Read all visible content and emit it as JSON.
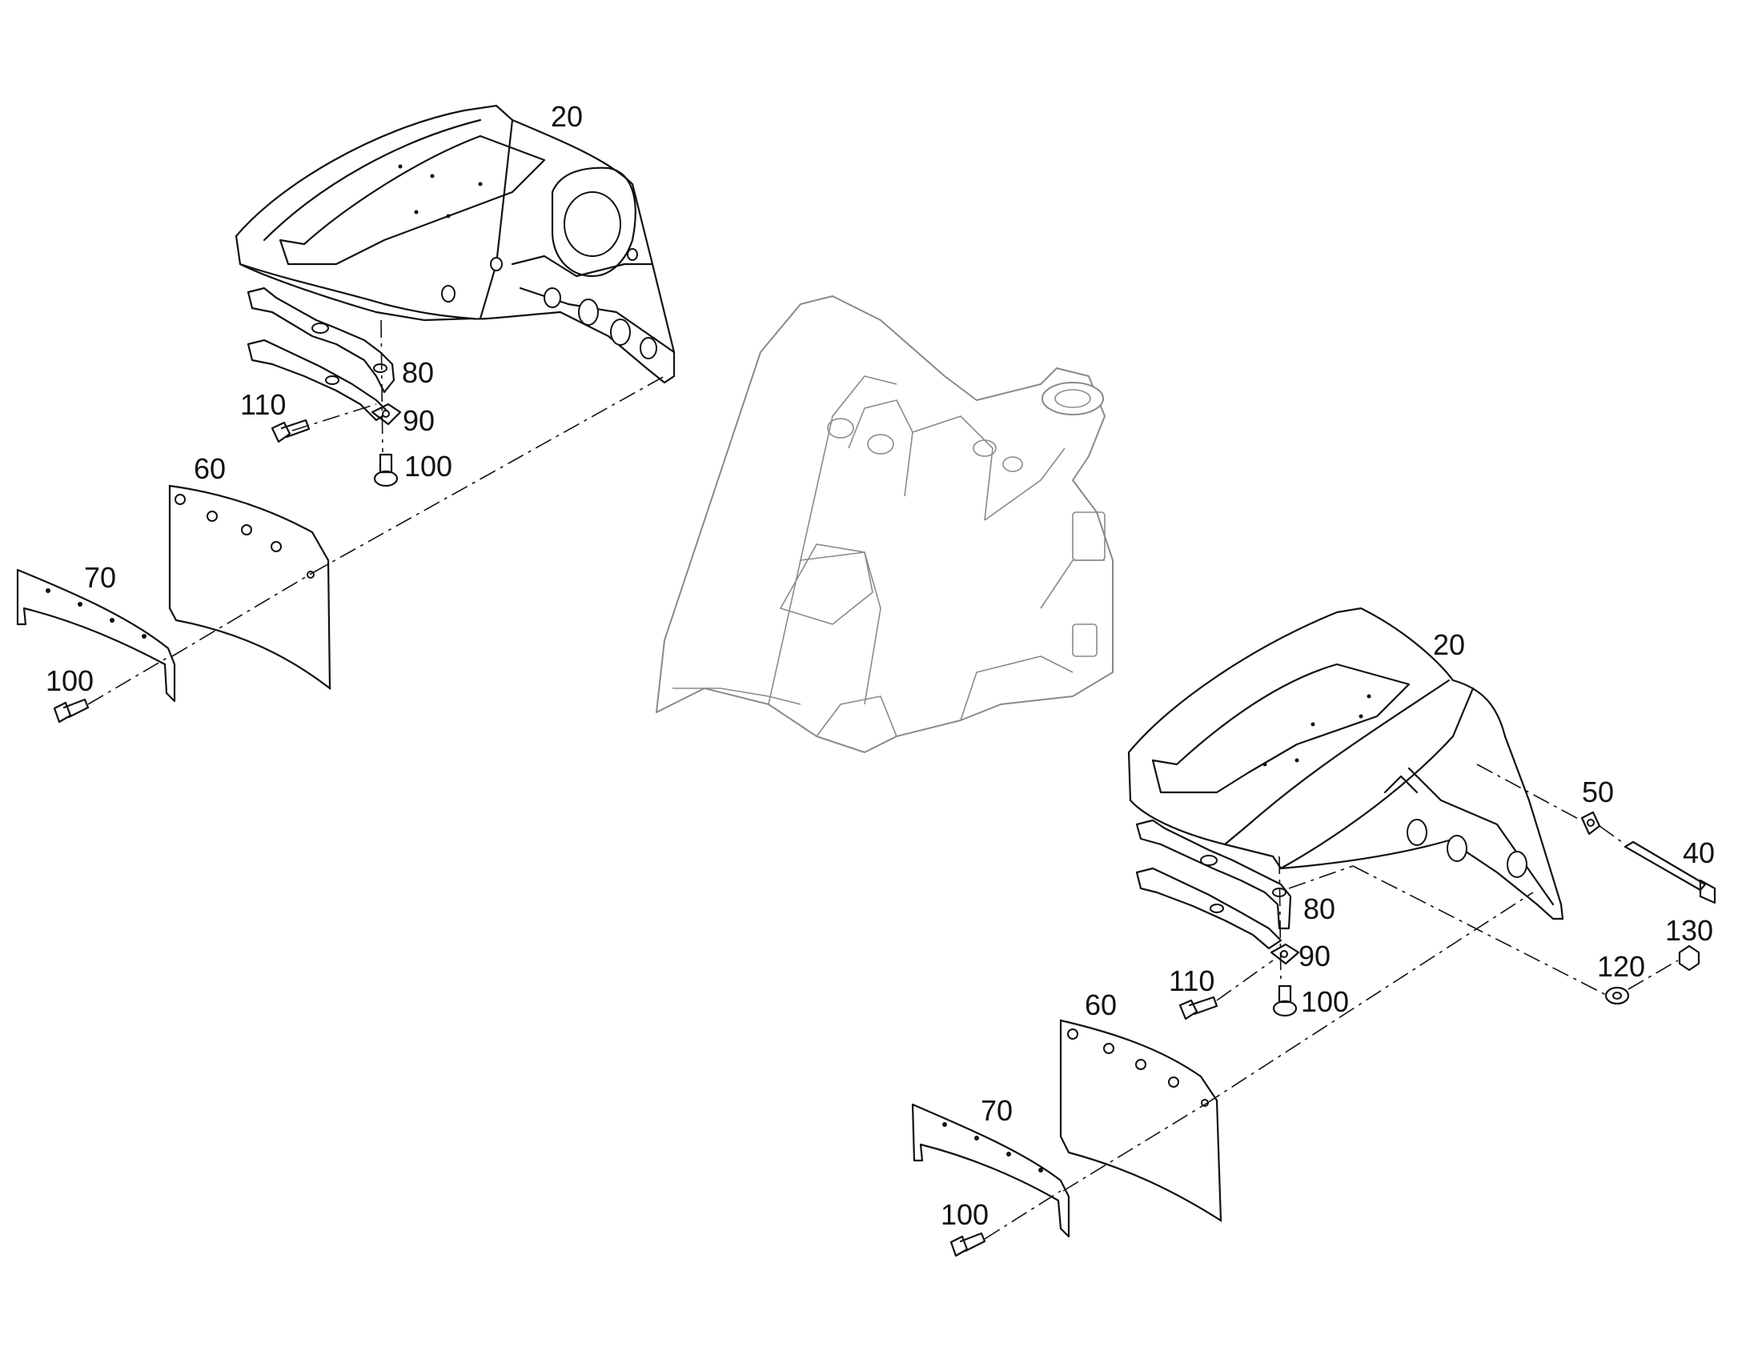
{
  "callouts": {
    "top": {
      "fender": "20",
      "bracket": "80",
      "washer": "90",
      "bolt_vertical": "100",
      "bolt_side": "110",
      "mudflap": "60",
      "strip": "70",
      "bolt_strip": "100"
    },
    "bottom": {
      "fender": "20",
      "spacer": "50",
      "pin": "40",
      "bracket": "80",
      "washer": "90",
      "bolt_vertical": "100",
      "bolt_side": "110",
      "washer_nut": "120",
      "nut": "130",
      "mudflap": "60",
      "strip": "70",
      "bolt_strip": "100"
    }
  },
  "colors": {
    "line": "#111111",
    "frame": "#8a8a8a",
    "background": "#ffffff"
  }
}
